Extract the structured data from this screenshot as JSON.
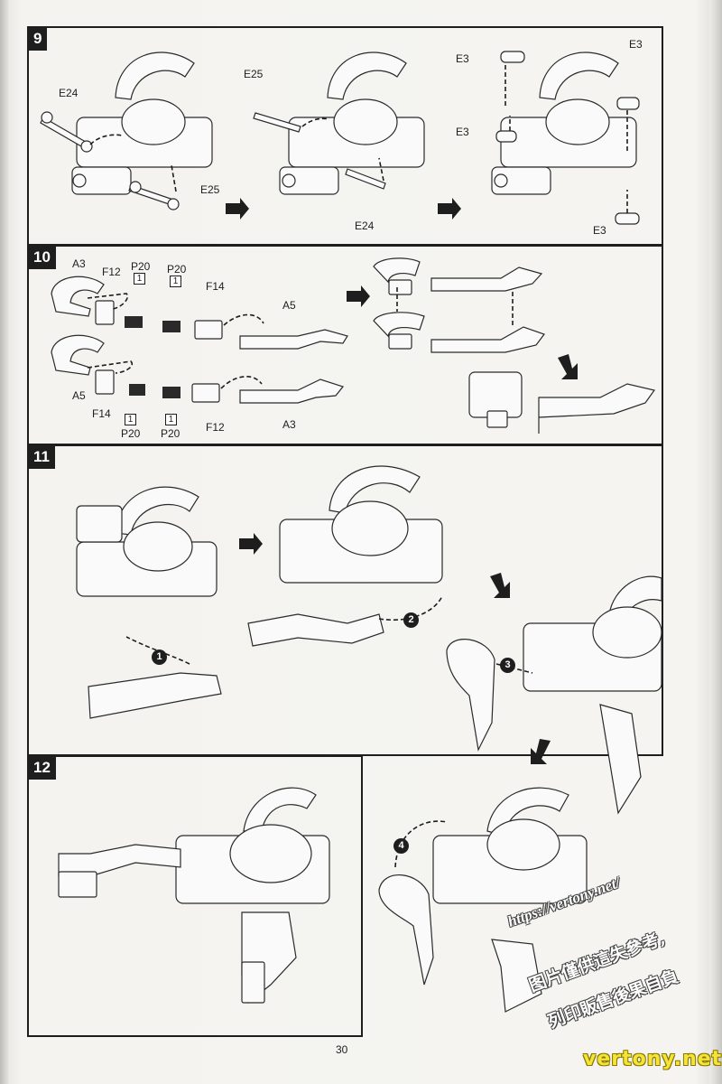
{
  "page_number": "30",
  "steps": [
    {
      "number": "9",
      "part_labels": [
        "E24",
        "E25",
        "E25",
        "E24",
        "E3",
        "E3",
        "E3",
        "E3"
      ]
    },
    {
      "number": "10",
      "part_labels": [
        "A3",
        "F12",
        "P20",
        "1",
        "P20",
        "1",
        "F14",
        "A5",
        "A5",
        "F14",
        "1",
        "P20",
        "1",
        "P20",
        "F12",
        "A3"
      ]
    },
    {
      "number": "11",
      "callouts": [
        "1",
        "2",
        "3",
        "4"
      ]
    },
    {
      "number": "12"
    }
  ],
  "watermark": {
    "url": "https://vertony.net/",
    "line1": "图片僅供這失參考,",
    "line2": "列印販售後果自負",
    "site": "vertony.net"
  },
  "colors": {
    "ink": "#1e1e1e",
    "paper": "#f4f3f0",
    "watermark_site": "#f4e43a"
  }
}
